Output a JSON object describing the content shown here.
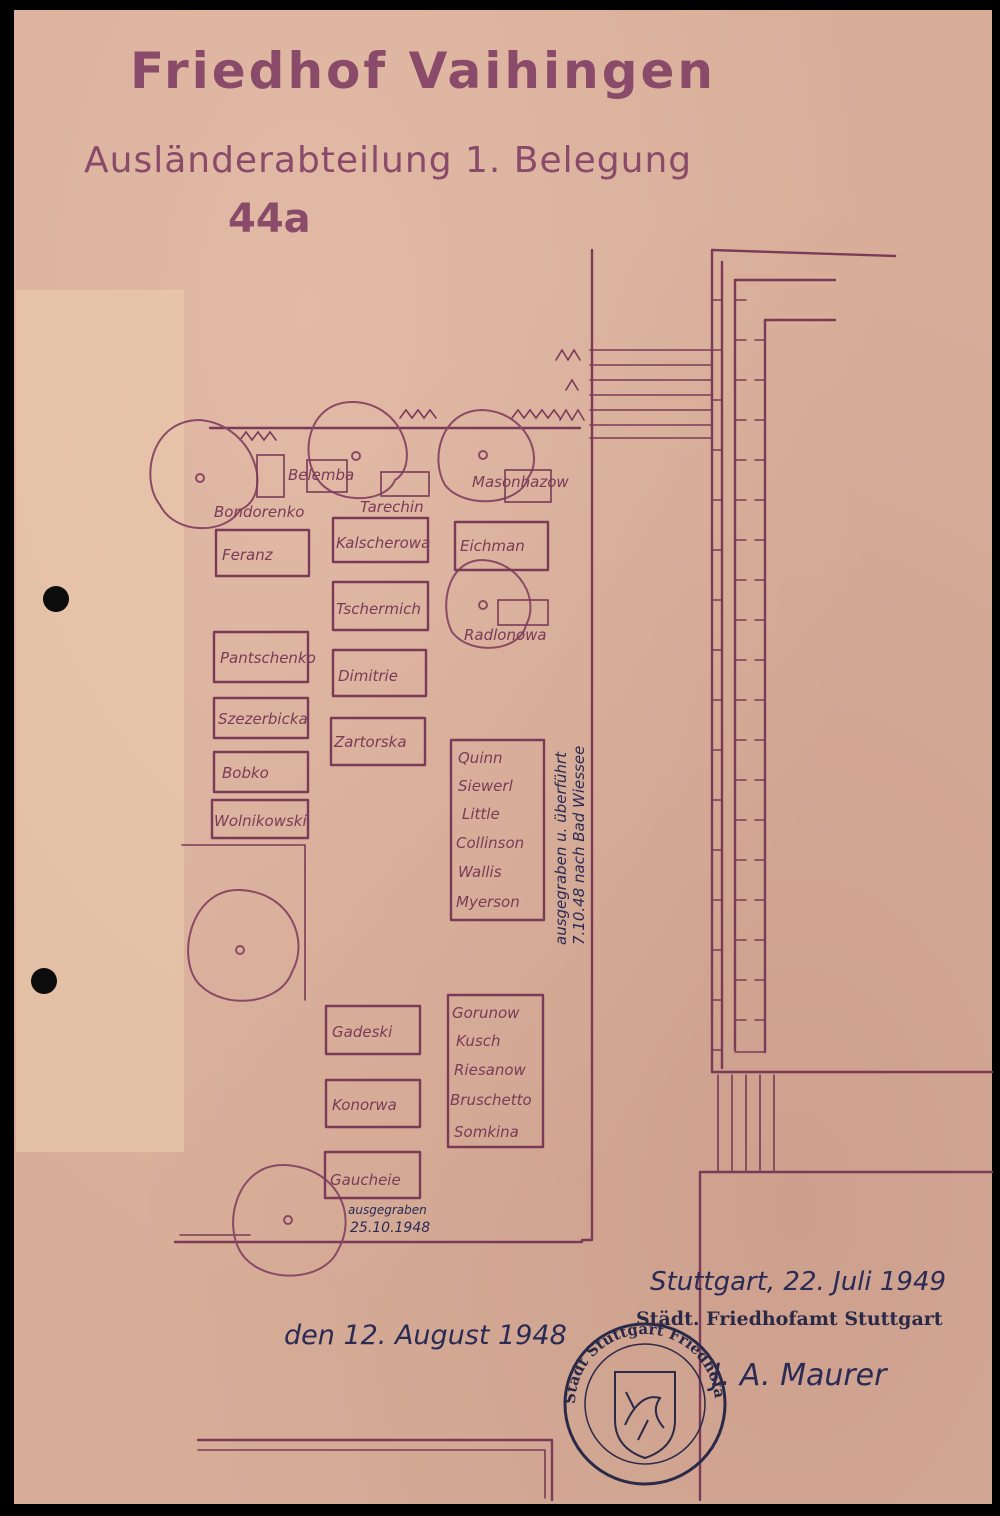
{
  "header": {
    "title": "Friedhof Vaihingen",
    "subtitle": "Ausländerabteilung 1. Belegung",
    "section": "44a"
  },
  "graves_left": [
    "Bondorenko",
    "Feranz",
    "Pantschenko",
    "Szezerbicka",
    "Bobko",
    "Wolnikowski"
  ],
  "graves_middle": [
    "Belemba",
    "Tarechin",
    "Kalscherowa",
    "Tschermich",
    "Dimitrie",
    "Zartorska",
    "Gadeski",
    "Konorwa",
    "Gaucheie"
  ],
  "graves_right": [
    "Masonhazow",
    "Eichman",
    "Radlonowa"
  ],
  "group_upper": [
    "Quinn",
    "Siewerl",
    "Little",
    "Collinson",
    "Wallis",
    "Myerson"
  ],
  "group_lower": [
    "Gorunow",
    "Kusch",
    "Riesanow",
    "Bruschetto",
    "Somkina"
  ],
  "annotations": {
    "vertical_note_1": "ausgegraben u. überführt",
    "vertical_note_2": "7.10.48 nach Bad Wiessee",
    "exhumed_1": "ausgegraben",
    "exhumed_2": "25.10.1948"
  },
  "dated": "den 12. August 1948",
  "signature_place": "Stuttgart, 22. Juli 1949",
  "office": "Städt. Friedhofamt Stuttgart",
  "stamp_seal": "Stadt Stuttgart Friedhofamt",
  "signature": "J. A. Maurer"
}
